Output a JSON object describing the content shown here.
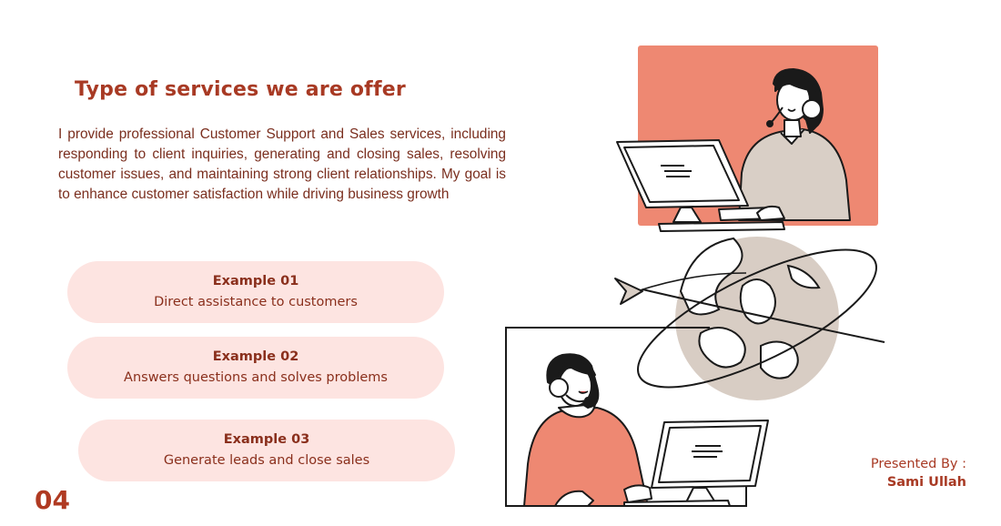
{
  "slide": {
    "title": "Type of services we are offer",
    "description": "I provide professional Customer Support and Sales services, including responding to client inquiries, generating and closing sales, resolving customer issues, and maintaining strong client relationships. My goal is to enhance customer satisfaction while driving business growth",
    "page_number": "04"
  },
  "examples": [
    {
      "heading": "Example 01",
      "text": "Direct assistance to customers"
    },
    {
      "heading": "Example 02",
      "text": "Answers questions and solves problems"
    },
    {
      "heading": "Example 03",
      "text": "Generate leads and close sales"
    }
  ],
  "presenter": {
    "label": "Presented By :",
    "name": "Sami Ullah"
  },
  "colors": {
    "accent": "#a83a24",
    "pill_bg": "#fde4e1",
    "coral": "#ee8872",
    "globe": "#d8cdc4"
  }
}
